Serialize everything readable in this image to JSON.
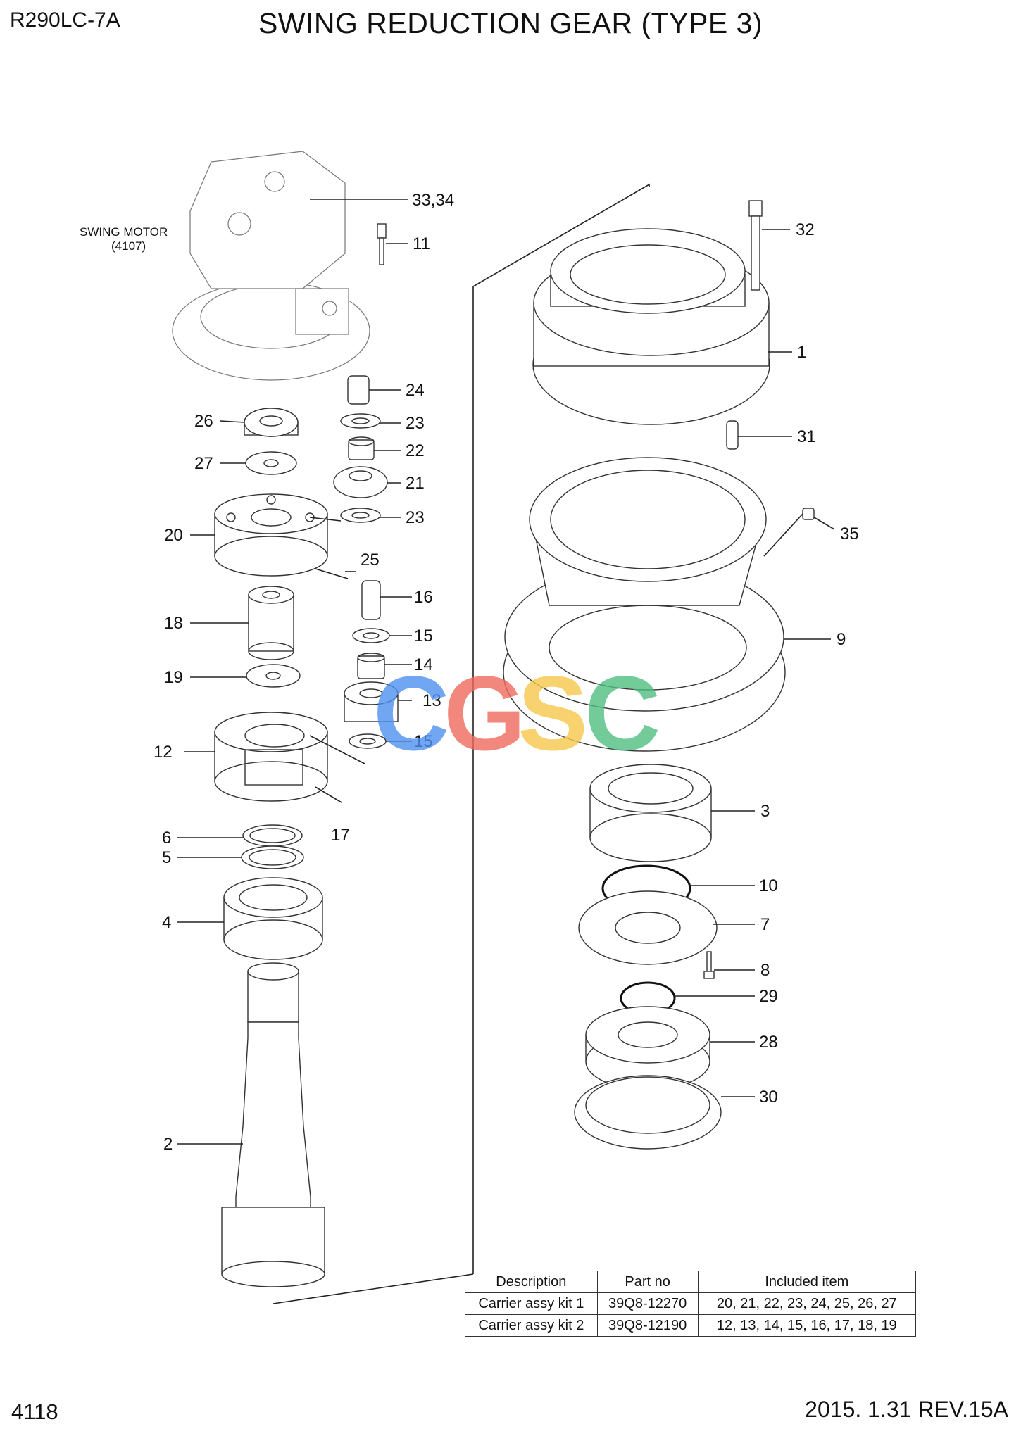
{
  "header": {
    "model": "R290LC-7A",
    "title": "SWING REDUCTION GEAR (TYPE 3)"
  },
  "footer": {
    "page_number": "4118",
    "revision": "2015. 1.31  REV.15A"
  },
  "motor": {
    "name": "SWING MOTOR",
    "ref": "(4107)"
  },
  "callouts": {
    "c1": "1",
    "c2": "2",
    "c3": "3",
    "c4": "4",
    "c5": "5",
    "c6": "6",
    "c7": "7",
    "c8": "8",
    "c9": "9",
    "c10": "10",
    "c11": "11",
    "c12": "12",
    "c13": "13",
    "c14": "14",
    "c15a": "15",
    "c15b": "15",
    "c16": "16",
    "c17": "17",
    "c18": "18",
    "c19": "19",
    "c20": "20",
    "c21": "21",
    "c22": "22",
    "c23a": "23",
    "c23b": "23",
    "c24": "24",
    "c25": "25",
    "c26": "26",
    "c27": "27",
    "c28": "28",
    "c29": "29",
    "c30": "30",
    "c31": "31",
    "c32": "32",
    "c3334": "33,34",
    "c35": "35"
  },
  "watermark": {
    "letters": [
      "C",
      "G",
      "S",
      "C"
    ],
    "colors": [
      "#4d90f0",
      "#ef6a5e",
      "#f6c84a",
      "#4fbf7f"
    ]
  },
  "kits_table": {
    "headers": [
      "Description",
      "Part no",
      "Included item"
    ],
    "rows": [
      [
        "Carrier assy kit 1",
        "39Q8-12270",
        "20, 21, 22, 23, 24, 25, 26, 27"
      ],
      [
        "Carrier assy kit 2",
        "39Q8-12190",
        "12, 13, 14, 15, 16, 17, 18, 19"
      ]
    ]
  }
}
